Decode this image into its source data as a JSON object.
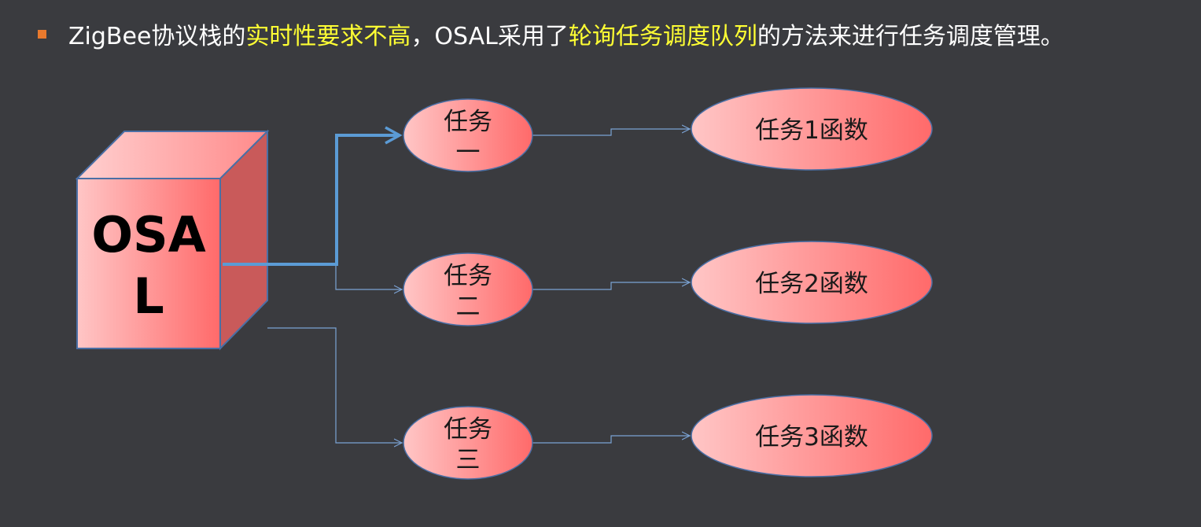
{
  "headline": {
    "prefix": "ZigBee协议栈的",
    "highlight1": "实时性要求不高",
    "middle": "，OSAL采用了",
    "highlight2": "轮询任务调度队列",
    "suffix": "的方法来进行任务调度管理。"
  },
  "diagram": {
    "cube": {
      "line1": "OSA",
      "line2": "L"
    },
    "tasks": [
      {
        "line1": "任务",
        "line2": "一",
        "function": "任务1函数"
      },
      {
        "line1": "任务",
        "line2": "二",
        "function": "任务2函数"
      },
      {
        "line1": "任务",
        "line2": "三",
        "function": "任务3函数"
      }
    ]
  },
  "colors": {
    "background": "#3a3b3f",
    "bullet": "#e8792d",
    "highlight": "#ffff33",
    "node_fill_light": "#ffc4c4",
    "node_fill_dark": "#ff6b6b",
    "node_stroke": "#4a6fa5",
    "active_arrow": "#5b9bd5",
    "thin_arrow": "#7ba3d4",
    "cube_side": "#c95a5a"
  }
}
